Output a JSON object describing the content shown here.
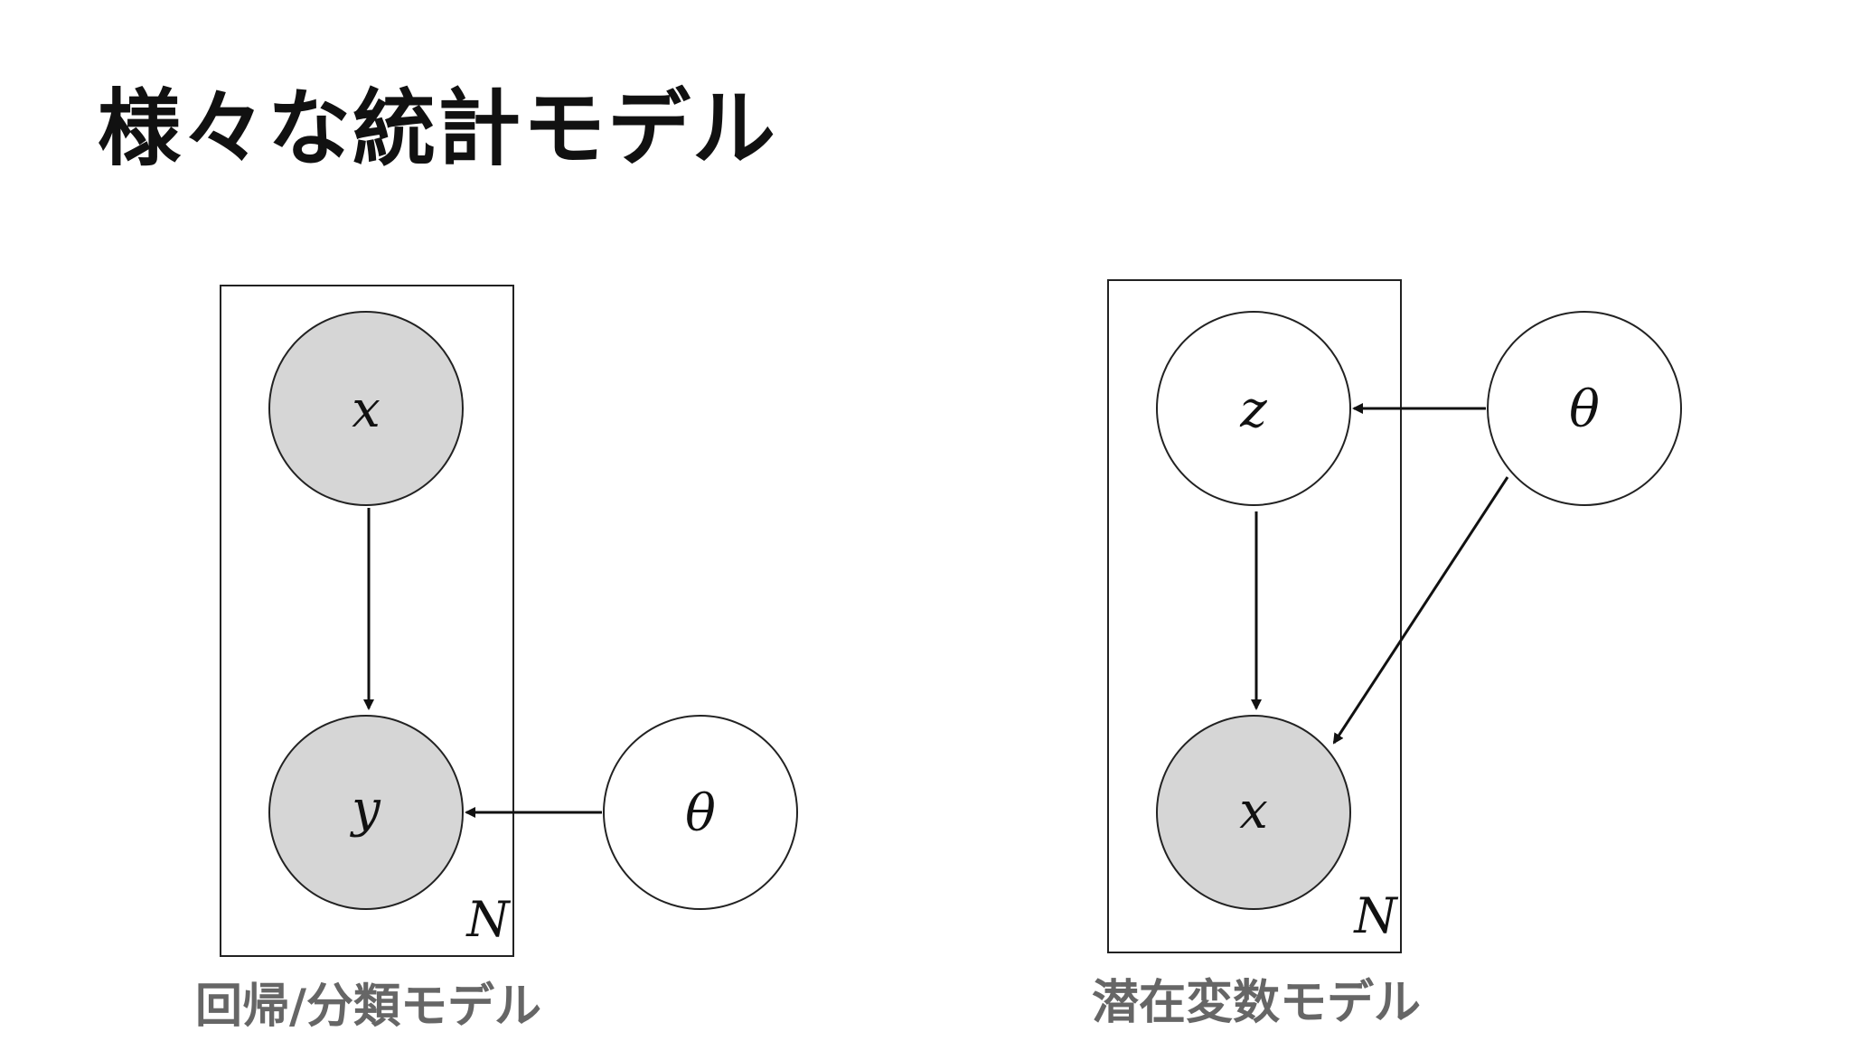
{
  "slide": {
    "title": "様々な統計モデル"
  },
  "regression_model": {
    "caption": "回帰/分類モデル",
    "plate_label": "N",
    "nodes": {
      "x": {
        "label": "x",
        "observed": true
      },
      "y": {
        "label": "y",
        "observed": true
      },
      "theta": {
        "label": "θ",
        "observed": false
      }
    },
    "edges": [
      {
        "from": "x",
        "to": "y"
      },
      {
        "from": "theta",
        "to": "y"
      }
    ]
  },
  "latent_variable_model": {
    "caption": "潜在変数モデル",
    "plate_label": "N",
    "nodes": {
      "z": {
        "label": "z",
        "observed": false
      },
      "x": {
        "label": "x",
        "observed": true
      },
      "theta": {
        "label": "θ",
        "observed": false
      }
    },
    "edges": [
      {
        "from": "z",
        "to": "x"
      },
      {
        "from": "theta",
        "to": "z"
      },
      {
        "from": "theta",
        "to": "x"
      }
    ]
  },
  "colors": {
    "observed_fill": "#d6d6d6",
    "latent_fill": "#ffffff",
    "caption_text": "#666666"
  }
}
